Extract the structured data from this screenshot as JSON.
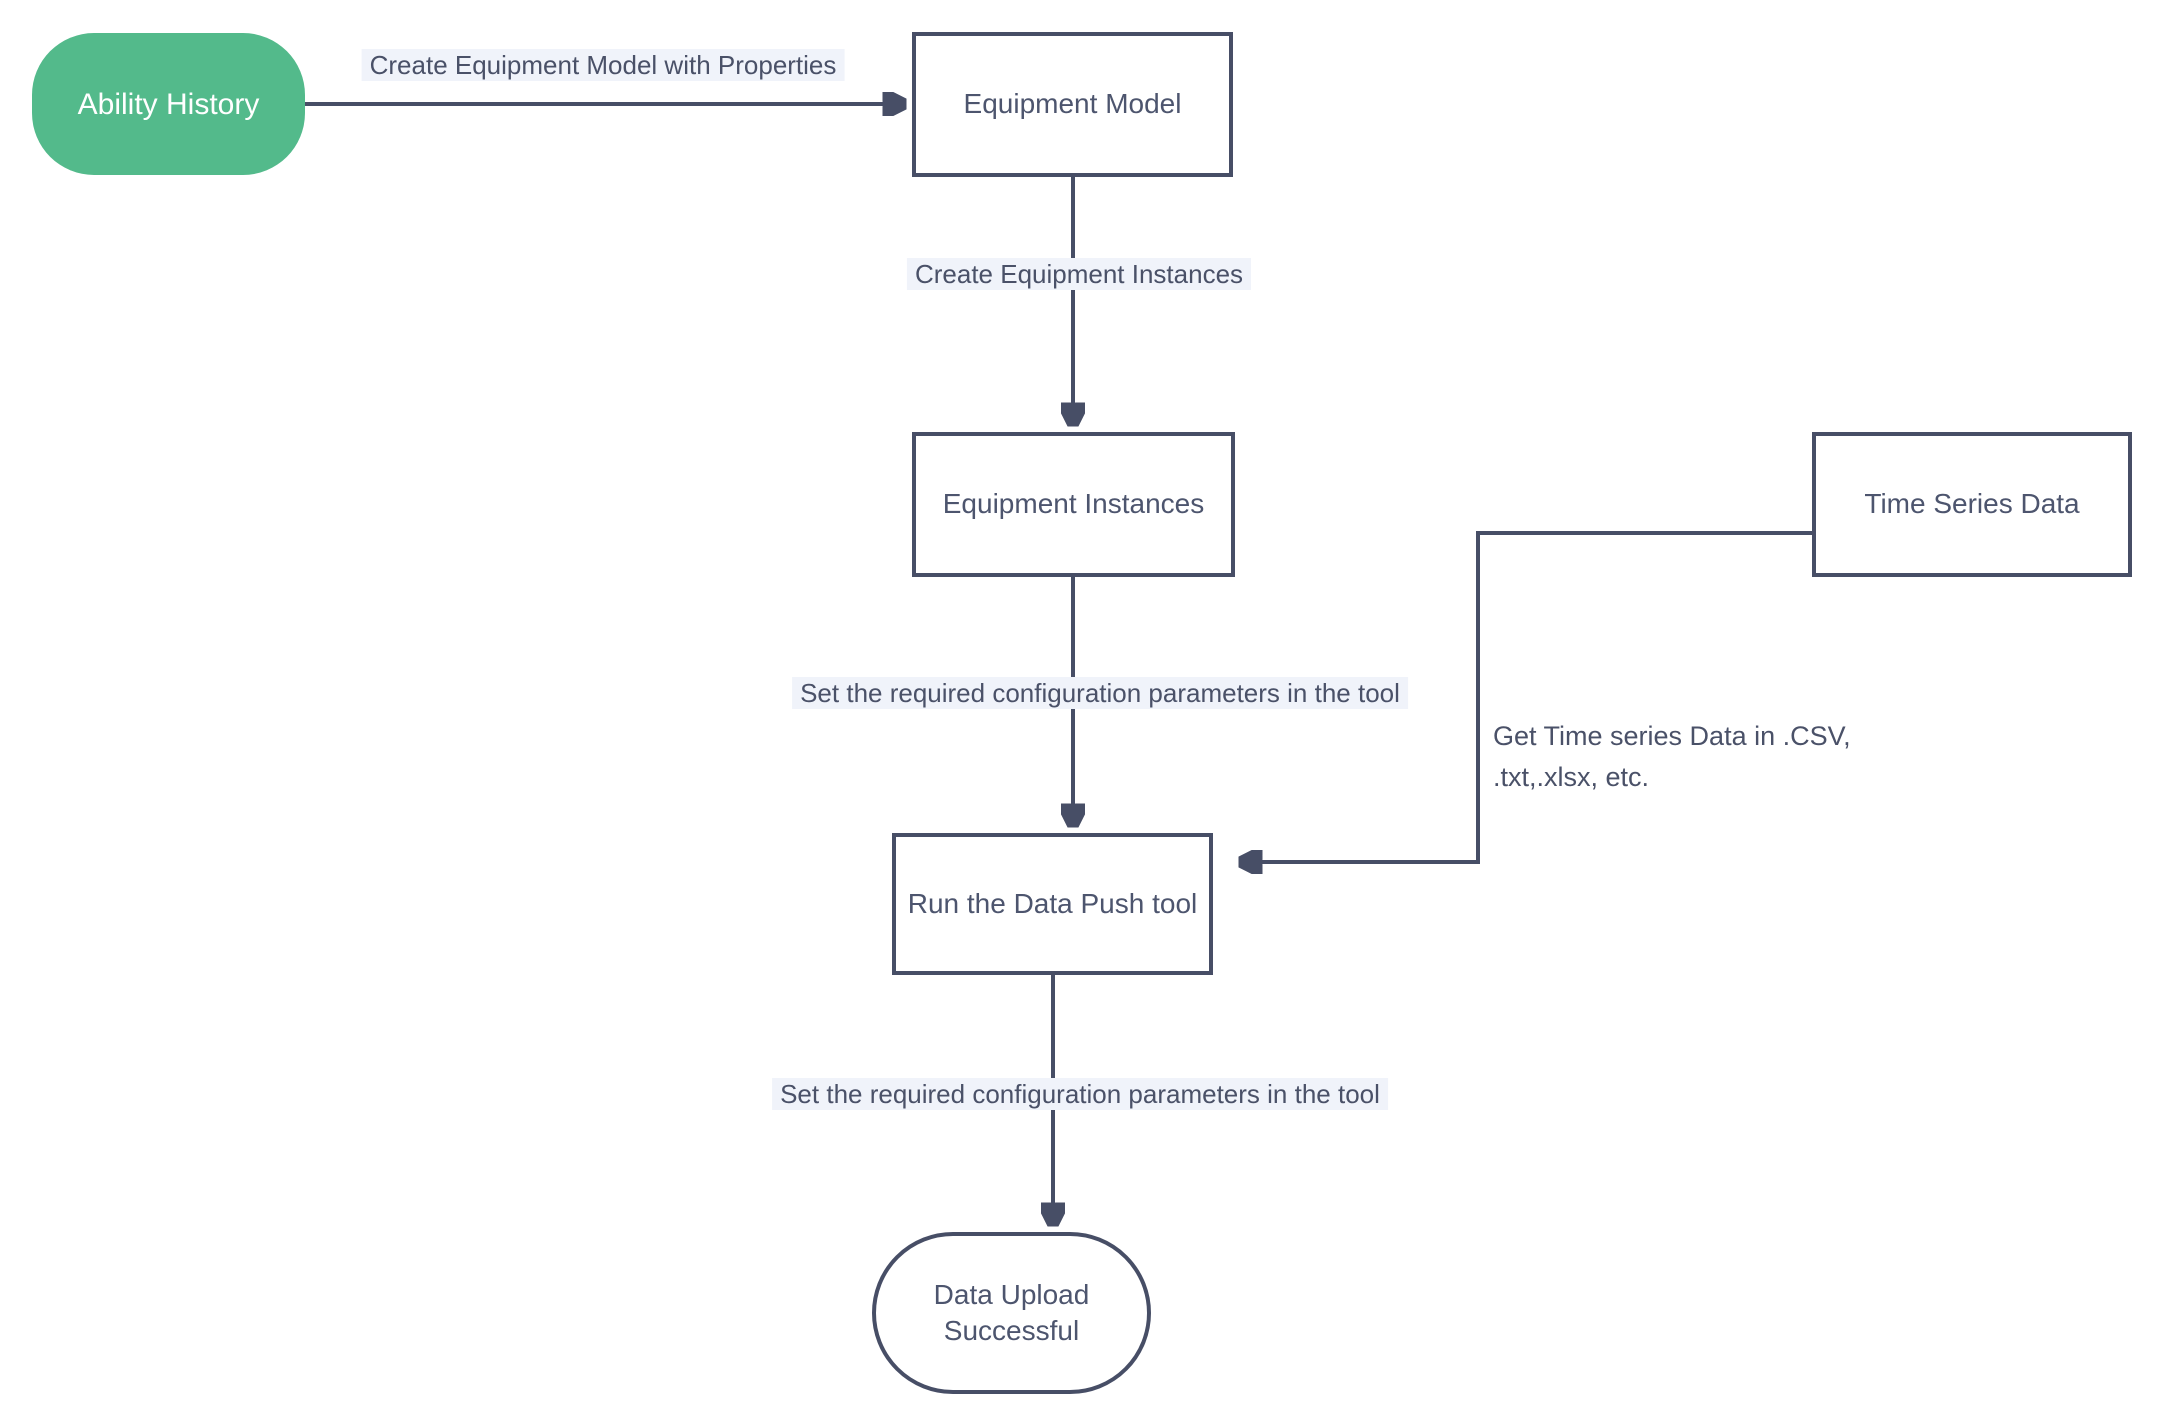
{
  "colors": {
    "node_stroke": "#474E66",
    "node_text": "#4D556E",
    "edge_label_text": "#4A5168",
    "label_highlight": "#F0F3FA",
    "start_fill": "#53BA8B",
    "start_text": "#FFFFFF",
    "background": "#FFFFFF"
  },
  "diagram": {
    "type": "flowchart",
    "direction": "top-down"
  },
  "nodes": {
    "ability_history": {
      "label": "Ability History",
      "shape": "pill"
    },
    "equipment_model": {
      "label": "Equipment Model",
      "shape": "rect"
    },
    "equipment_instances": {
      "label": "Equipment Instances",
      "shape": "rect"
    },
    "time_series": {
      "label": "Time Series Data",
      "shape": "rect"
    },
    "run_tool": {
      "label": "Run the Data Push tool",
      "shape": "rect"
    },
    "data_upload": {
      "label": "Data Upload Successful",
      "shape": "stadium"
    }
  },
  "edges": {
    "create_model": {
      "from": "ability_history",
      "to": "equipment_model",
      "label": "Create Equipment Model with Properties"
    },
    "create_instances": {
      "from": "equipment_model",
      "to": "equipment_instances",
      "label": "Create Equipment Instances"
    },
    "set_config_1": {
      "from": "equipment_instances",
      "to": "run_tool",
      "label": "Set the required configuration parameters in the tool"
    },
    "get_time_series": {
      "from": "time_series",
      "to": "run_tool",
      "label": "Get Time series Data in .CSV, .txt,.xlsx, etc."
    },
    "set_config_2": {
      "from": "run_tool",
      "to": "data_upload",
      "label": "Set the required configuration parameters in the tool"
    }
  }
}
